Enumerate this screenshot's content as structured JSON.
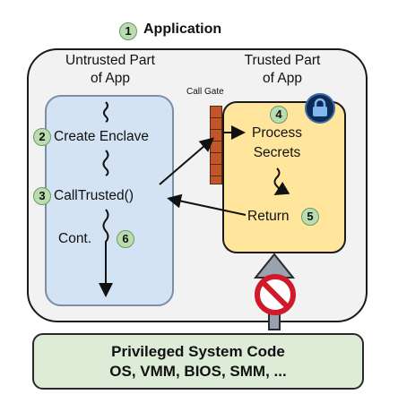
{
  "title": "Application",
  "badges": {
    "app": "1",
    "create": "2",
    "call": "3",
    "process": "4",
    "return": "5",
    "cont": "6"
  },
  "untrusted": {
    "title_line1": "Untrusted Part",
    "title_line2": "of App"
  },
  "trusted": {
    "title_line1": "Trusted Part",
    "title_line2": "of App"
  },
  "call_gate": "Call Gate",
  "steps": {
    "create_enclave": "Create Enclave",
    "call_trusted": "CallTrusted()",
    "cont": "Cont.",
    "process_line1": "Process",
    "process_line2": "Secrets",
    "return": "Return"
  },
  "privileged": {
    "line1": "Privileged System Code",
    "line2": "OS, VMM, BIOS, SMM, ..."
  },
  "icons": {
    "lock": "padlock-icon",
    "blocked": "no-entry-icon"
  },
  "colors": {
    "untrusted_fill": "#d4e3f3",
    "trusted_fill": "#ffe69c",
    "privileged_fill": "#ddecd6",
    "badge_fill": "#b9ddb0",
    "gate_brick": "#c0562a",
    "no_entry_red": "#d0192b"
  }
}
